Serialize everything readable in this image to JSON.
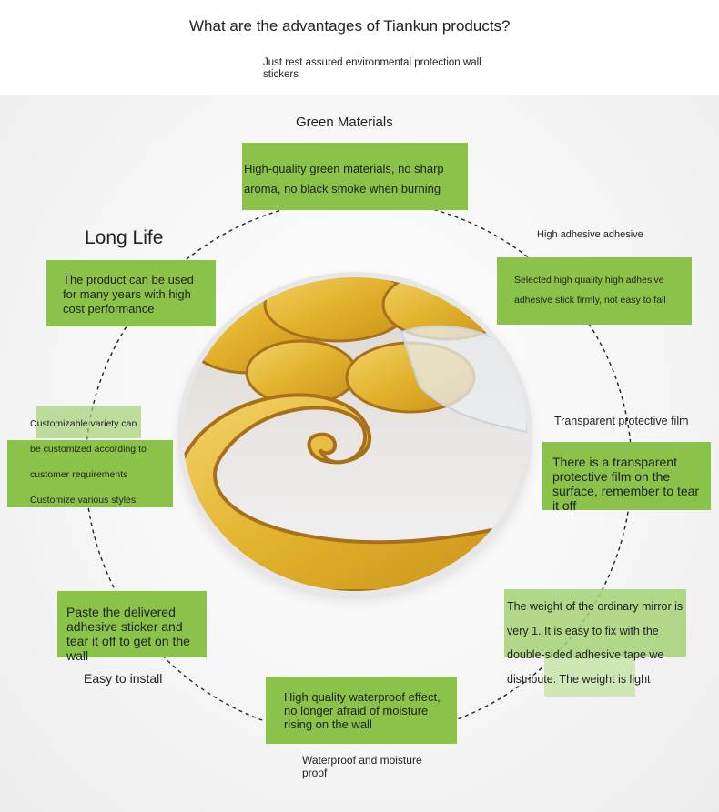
{
  "header": {
    "title": "What are the advantages of Tiankun products?",
    "subtitle": "Just rest assured environmental protection wall stickers"
  },
  "features": {
    "green": {
      "label": "Green Materials",
      "text": "High-quality green materials, no sharp aroma, no black smoke when burning"
    },
    "adhesive": {
      "label": "High adhesive adhesive",
      "text": "Selected high quality high adhesive adhesive stick firmly, not easy to fall"
    },
    "film": {
      "label": "Transparent protective film",
      "text": "There is a transparent protective film on the surface, remember to tear it off"
    },
    "weight": {
      "text": "The weight of the ordinary mirror is very 1. It is easy to fix with the double-sided adhesive tape we distribute. The weight is light"
    },
    "waterproof": {
      "label": "Waterproof and moisture proof",
      "text": "High quality waterproof effect, no longer afraid of moisture rising on the wall"
    },
    "install": {
      "label": "Easy to install",
      "text": "Paste the delivered adhesive sticker and tear it off to get on the wall"
    },
    "custom": {
      "text": "Customizable variety can be customized according to customer requirements Customize various styles"
    },
    "life": {
      "label": "Long Life",
      "text": "The product can be used for many years with high cost performance"
    }
  },
  "colors": {
    "box_green": "#8bc34a",
    "ring_dash": "#222222",
    "mirror_gold": "#e2b22c"
  }
}
